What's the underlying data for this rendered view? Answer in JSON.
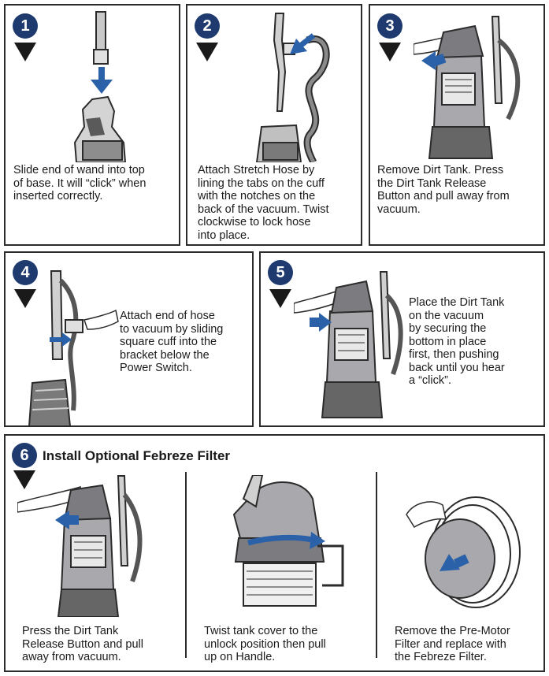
{
  "colors": {
    "step_badge": "#1e3a6e",
    "arrow_blue": "#2a61a8",
    "line": "#2b2b2b",
    "tank_grey": "#a9a9ad"
  },
  "steps": [
    {
      "number": "1",
      "text": "Slide end of wand into top\nof base. It will “click” when\ninserted correctly."
    },
    {
      "number": "2",
      "text": "Attach Stretch Hose by\nlining the tabs on the cuff\nwith the notches on the\nback of the vacuum. Twist\nclockwise to lock hose\ninto place."
    },
    {
      "number": "3",
      "text": "Remove Dirt Tank. Press\nthe Dirt Tank Release\nButton and pull away from\nvacuum."
    },
    {
      "number": "4",
      "text": "Attach end of hose\nto vacuum by sliding\nsquare cuff into the\nbracket below the\nPower Switch."
    },
    {
      "number": "5",
      "text": "Place the Dirt Tank\non the vacuum\nby securing the\nbottom in place\nfirst, then pushing\nback until you hear\na “click”."
    }
  ],
  "step6": {
    "number": "6",
    "title": "Install Optional Febreze Filter",
    "substeps": [
      {
        "text": "Press the Dirt Tank\nRelease Button and pull\naway from vacuum."
      },
      {
        "text": "Twist tank cover to the\nunlock position then pull\nup on Handle."
      },
      {
        "text": "Remove the Pre-Motor\nFilter and replace with\nthe Febreze Filter."
      }
    ]
  }
}
